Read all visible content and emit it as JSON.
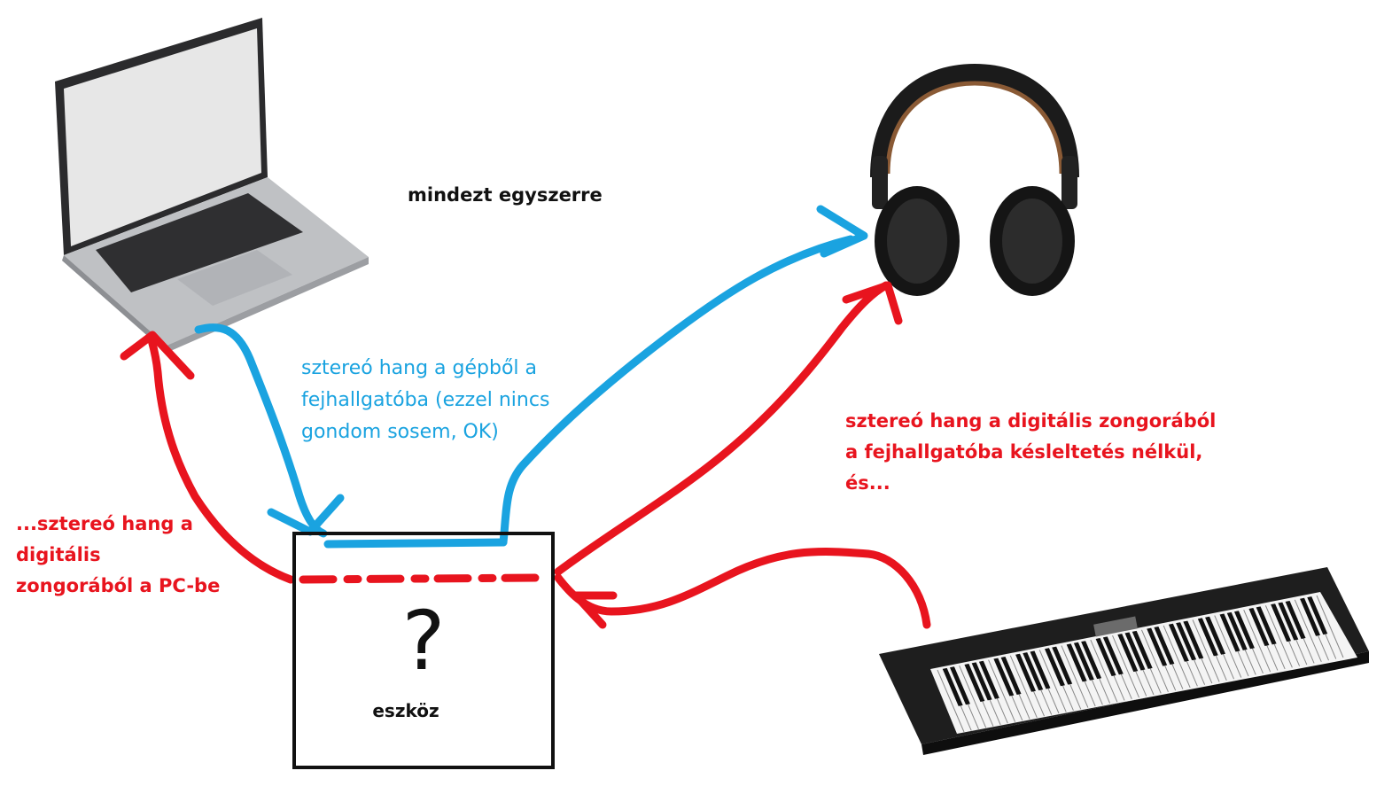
{
  "labels": {
    "title": "mindezt egyszerre",
    "blue_note": [
      "sztereó hang a gépből a",
      "fejhallgatóba (ezzel nincs",
      "gondom sosem, OK)"
    ],
    "red_right": [
      "sztereó hang a digitális zongorából",
      "a fejhallgatóba késleltetés nélkül,",
      "és..."
    ],
    "red_left": [
      "...sztereó hang a",
      "digitális",
      "zongorából a PC-be"
    ],
    "device_symbol": "?",
    "device_name": "eszköz"
  },
  "icons": {
    "laptop": "laptop-icon",
    "headphones": "headphones-icon",
    "keyboard": "digital-piano-icon"
  },
  "colors": {
    "blue": "#1aa3e0",
    "red": "#e8141e",
    "ink": "#111111"
  }
}
